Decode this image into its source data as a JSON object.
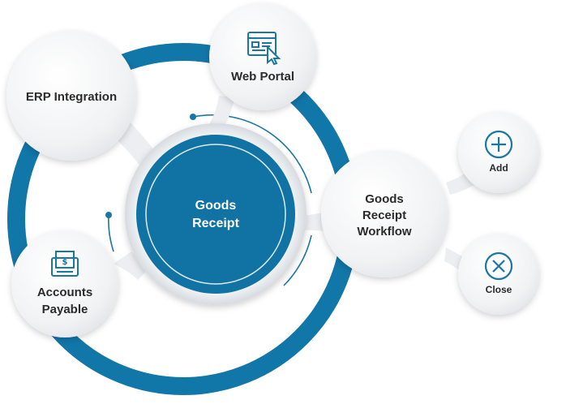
{
  "center": {
    "line1": "Goods",
    "line2": "Receipt"
  },
  "nodes": {
    "erp": {
      "label": "ERP Integration"
    },
    "portal": {
      "label": "Web Portal",
      "icon": "web-portal-icon"
    },
    "workflow": {
      "line1": "Goods",
      "line2": "Receipt",
      "line3": "Workflow"
    },
    "payable": {
      "line1": "Accounts",
      "line2": "Payable",
      "icon": "invoice-icon"
    },
    "add": {
      "label": "Add",
      "icon": "plus-circle-icon"
    },
    "close": {
      "label": "Close",
      "icon": "x-circle-icon"
    }
  },
  "colors": {
    "ring": "#1176a8",
    "center_fill": "#1173a4",
    "text_dark": "#2b2b2b",
    "bubble_fill": "#f3f4f6"
  }
}
